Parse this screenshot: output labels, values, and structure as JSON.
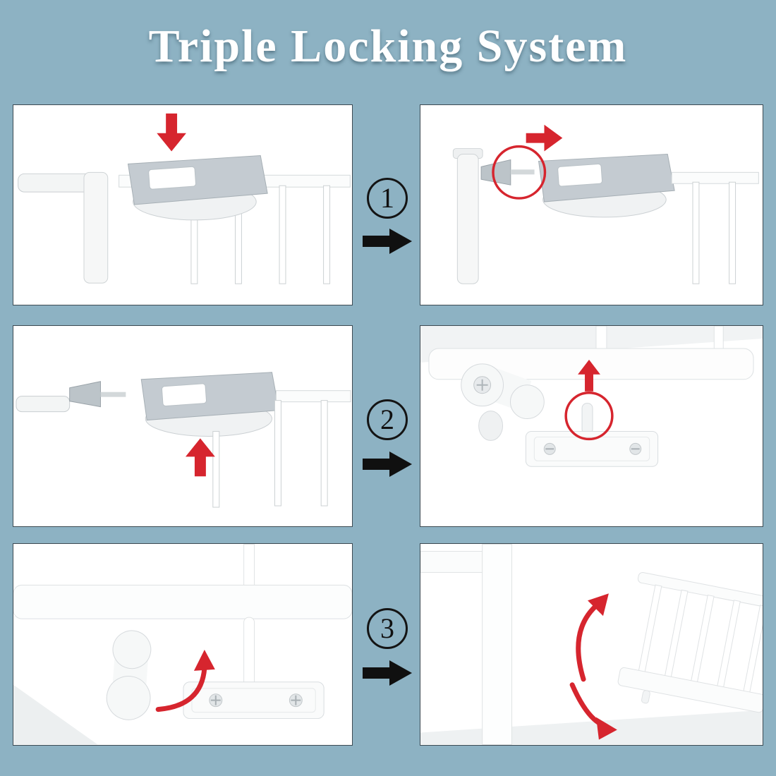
{
  "title": "Triple Locking System",
  "steps": [
    {
      "number": "1",
      "circled_glyph": "①"
    },
    {
      "number": "2",
      "circled_glyph": "②"
    },
    {
      "number": "3",
      "circled_glyph": "③"
    }
  ],
  "colors": {
    "background": "#8db2c3",
    "panel_background": "#ffffff",
    "panel_border": "#3d4a52",
    "accent_red": "#d6252e",
    "flow_arrow_black": "#101010",
    "latch_metal_gray": "#c4cbd1",
    "title_white": "#ffffff"
  },
  "icons": {
    "flow_arrow": "black right arrow between panels",
    "red_down_arrow": "press latch down",
    "red_right_arrow": "slide latch sideways",
    "red_up_arrow": "lift latch / pin up",
    "red_curved_arrow": "rotate lever / swing gate",
    "step_circle_badge": "circled step number"
  }
}
